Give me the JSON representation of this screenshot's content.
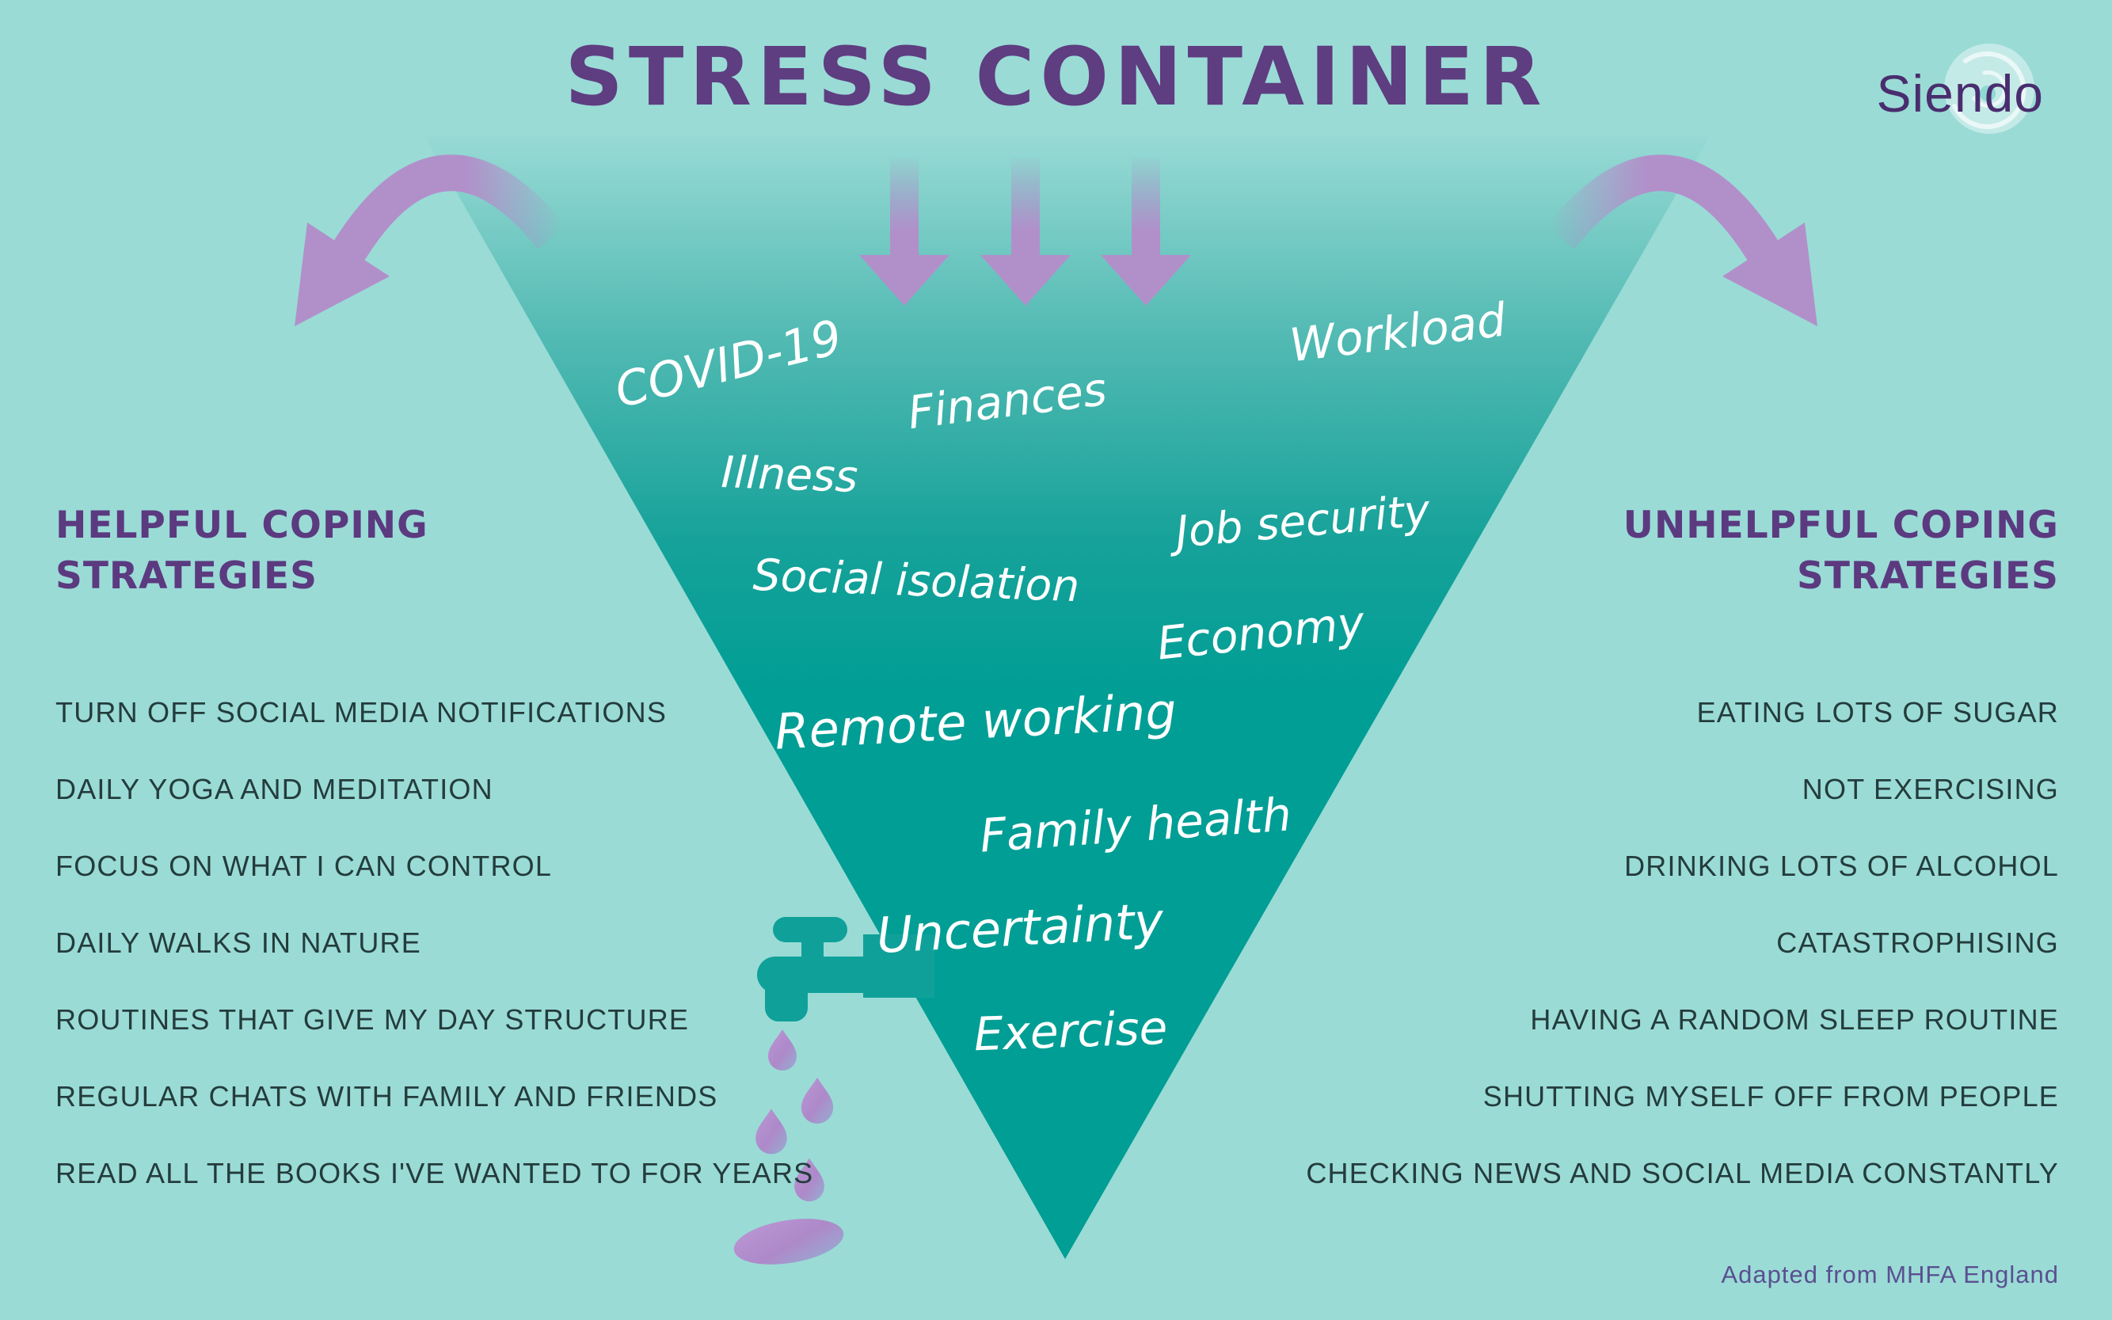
{
  "title": "STRESS CONTAINER",
  "logo": {
    "text": "Siendo"
  },
  "attribution": "Adapted from MHFA England",
  "container": {
    "stressors": [
      "COVID-19",
      "Workload",
      "Finances",
      "Illness",
      "Job security",
      "Social isolation",
      "Economy",
      "Remote working",
      "Family health",
      "Uncertainty",
      "Exercise"
    ]
  },
  "helpful": {
    "heading_line1": "HELPFUL COPING",
    "heading_line2": "STRATEGIES",
    "items": [
      "TURN OFF SOCIAL MEDIA NOTIFICATIONS",
      "DAILY YOGA AND MEDITATION",
      "FOCUS ON WHAT I CAN CONTROL",
      "DAILY WALKS IN NATURE",
      "ROUTINES THAT GIVE MY DAY STRUCTURE",
      "REGULAR CHATS WITH FAMILY AND FRIENDS",
      "READ ALL THE BOOKS I'VE WANTED TO FOR YEARS"
    ]
  },
  "unhelpful": {
    "heading_line1": "UNHELPFUL COPING",
    "heading_line2": "STRATEGIES",
    "items": [
      "EATING LOTS OF SUGAR",
      "NOT EXERCISING",
      "DRINKING LOTS OF ALCOHOL",
      "CATASTROPHISING",
      "HAVING A RANDOM SLEEP ROUTINE",
      "SHUTTING MYSELF OFF FROM PEOPLE",
      "CHECKING NEWS AND SOCIAL MEDIA CONSTANTLY"
    ]
  },
  "icons": {
    "tap": "tap-icon",
    "water_drops": "water-drop-icon",
    "inflow_arrows": "down-arrow-icon",
    "outflow_left": "curved-arrow-left-icon",
    "outflow_right": "curved-arrow-right-icon",
    "logo_swirl": "swirl-icon"
  },
  "colors": {
    "background": "#9adbd6",
    "container_teal": "#009e94",
    "heading_purple": "#5b3a80",
    "title_purple": "#5e3d80",
    "arrow_purple": "#b190ca",
    "drop_purple": "#b18ccb",
    "list_text": "#243c3c",
    "attribution_purple": "#5a5090"
  }
}
